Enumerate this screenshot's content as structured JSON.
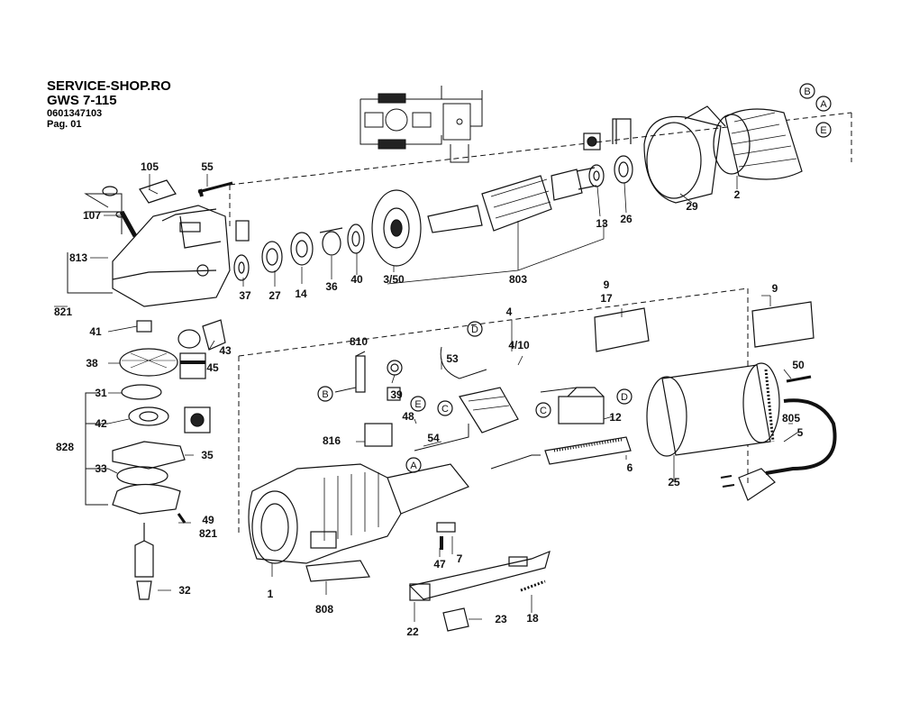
{
  "header": {
    "shop": "SERVICE-SHOP.RO",
    "model": "GWS 7-115",
    "part_number": "0601347103",
    "page": "Pag. 01"
  },
  "parts": [
    {
      "id": "p105",
      "label": "105"
    },
    {
      "id": "p55",
      "label": "55"
    },
    {
      "id": "p107",
      "label": "107"
    },
    {
      "id": "p813",
      "label": "813"
    },
    {
      "id": "p821a",
      "label": "821"
    },
    {
      "id": "p37",
      "label": "37"
    },
    {
      "id": "p27",
      "label": "27"
    },
    {
      "id": "p14",
      "label": "14"
    },
    {
      "id": "p36",
      "label": "36"
    },
    {
      "id": "p40",
      "label": "40"
    },
    {
      "id": "p350",
      "label": "3/50"
    },
    {
      "id": "p803",
      "label": "803"
    },
    {
      "id": "p13",
      "label": "13"
    },
    {
      "id": "p26",
      "label": "26"
    },
    {
      "id": "p29",
      "label": "29"
    },
    {
      "id": "p2",
      "label": "2"
    },
    {
      "id": "p41",
      "label": "41"
    },
    {
      "id": "p43",
      "label": "43"
    },
    {
      "id": "p38",
      "label": "38"
    },
    {
      "id": "p45",
      "label": "45"
    },
    {
      "id": "p31",
      "label": "31"
    },
    {
      "id": "p42",
      "label": "42"
    },
    {
      "id": "p828",
      "label": "828"
    },
    {
      "id": "p35",
      "label": "35"
    },
    {
      "id": "p33",
      "label": "33"
    },
    {
      "id": "p49",
      "label": "49"
    },
    {
      "id": "p821b",
      "label": "821"
    },
    {
      "id": "p32",
      "label": "32"
    },
    {
      "id": "p810",
      "label": "810"
    },
    {
      "id": "p53",
      "label": "53"
    },
    {
      "id": "p4",
      "label": "4"
    },
    {
      "id": "p410",
      "label": "4/10"
    },
    {
      "id": "p39",
      "label": "39"
    },
    {
      "id": "p48",
      "label": "48"
    },
    {
      "id": "p816",
      "label": "816"
    },
    {
      "id": "p54",
      "label": "54"
    },
    {
      "id": "p12",
      "label": "12"
    },
    {
      "id": "p9a",
      "label": "9"
    },
    {
      "id": "p17",
      "label": "17"
    },
    {
      "id": "p9b",
      "label": "9"
    },
    {
      "id": "p50",
      "label": "50"
    },
    {
      "id": "p805",
      "label": "805"
    },
    {
      "id": "p5",
      "label": "5"
    },
    {
      "id": "p6",
      "label": "6"
    },
    {
      "id": "p25",
      "label": "25"
    },
    {
      "id": "p1",
      "label": "1"
    },
    {
      "id": "p808",
      "label": "808"
    },
    {
      "id": "p47",
      "label": "47"
    },
    {
      "id": "p7",
      "label": "7"
    },
    {
      "id": "p22",
      "label": "22"
    },
    {
      "id": "p23",
      "label": "23"
    },
    {
      "id": "p18",
      "label": "18"
    }
  ],
  "connectors": [
    "A",
    "B",
    "C",
    "D",
    "E"
  ]
}
